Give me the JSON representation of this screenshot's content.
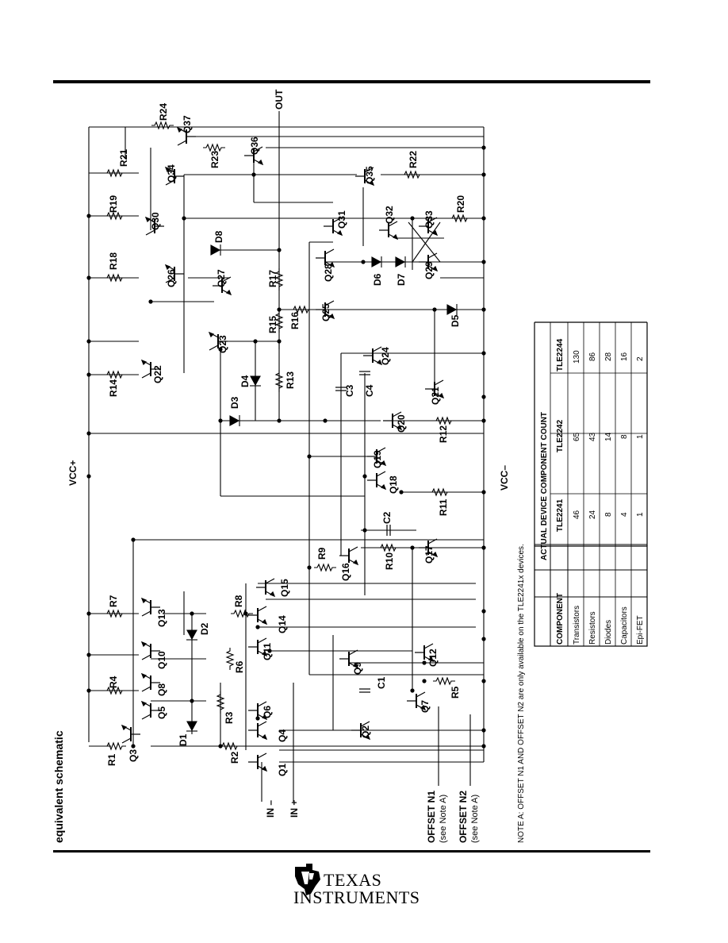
{
  "section_title": "equivalent schematic",
  "pins": {
    "in_minus": "IN –",
    "in_plus": "IN +",
    "offset_n1": "OFFSET N1",
    "offset_n1_note": "(see Note A)",
    "offset_n2": "OFFSET N2",
    "offset_n2_note": "(see Note A)",
    "out": "OUT",
    "vcc_plus": "VCC+",
    "vcc_minus": "VCC–"
  },
  "transistors": [
    "Q1",
    "Q2",
    "Q3",
    "Q4",
    "Q5",
    "Q6",
    "Q7",
    "Q8",
    "Q9",
    "Q10",
    "Q11",
    "Q12",
    "Q13",
    "Q14",
    "Q15",
    "Q16",
    "Q17",
    "Q18",
    "Q19",
    "Q20",
    "Q21",
    "Q22",
    "Q23",
    "Q24",
    "Q25",
    "Q26",
    "Q27",
    "Q28",
    "Q29",
    "Q30",
    "Q31",
    "Q32",
    "Q33",
    "Q34",
    "Q35",
    "Q36",
    "Q37"
  ],
  "resistors": [
    "R1",
    "R2",
    "R3",
    "R4",
    "R5",
    "R6",
    "R7",
    "R8",
    "R9",
    "R10",
    "R11",
    "R12",
    "R13",
    "R14",
    "R15",
    "R16",
    "R17",
    "R18",
    "R19",
    "R20",
    "R21",
    "R22",
    "R23",
    "R24"
  ],
  "diodes": [
    "D1",
    "D2",
    "D3",
    "D4",
    "D5",
    "D6",
    "D7",
    "D8"
  ],
  "capacitors": [
    "C1",
    "C2",
    "C3",
    "C4"
  ],
  "note_a": "NOTE A:  OFFSET N1 AND OFFSET N2 are only available on the TLE2241x devices.",
  "component_table": {
    "title": "ACTUAL DEVICE COMPONENT COUNT",
    "headers": [
      "COMPONENT",
      "TLE2241",
      "TLE2242",
      "TLE2244"
    ],
    "rows": [
      {
        "component": "Transistors",
        "tle2241": "46",
        "tle2242": "65",
        "tle2244": "130"
      },
      {
        "component": "Resistors",
        "tle2241": "24",
        "tle2242": "43",
        "tle2244": "86"
      },
      {
        "component": "Diodes",
        "tle2241": "8",
        "tle2242": "14",
        "tle2244": "28"
      },
      {
        "component": "Capacitors",
        "tle2241": "4",
        "tle2242": "8",
        "tle2244": "16"
      },
      {
        "component": "Epi-FET",
        "tle2241": "1",
        "tle2242": "1",
        "tle2244": "2"
      }
    ]
  },
  "footer": {
    "brand_line1": "TEXAS",
    "brand_line2": "INSTRUMENTS",
    "logo_icon": "ti-logo-icon"
  }
}
